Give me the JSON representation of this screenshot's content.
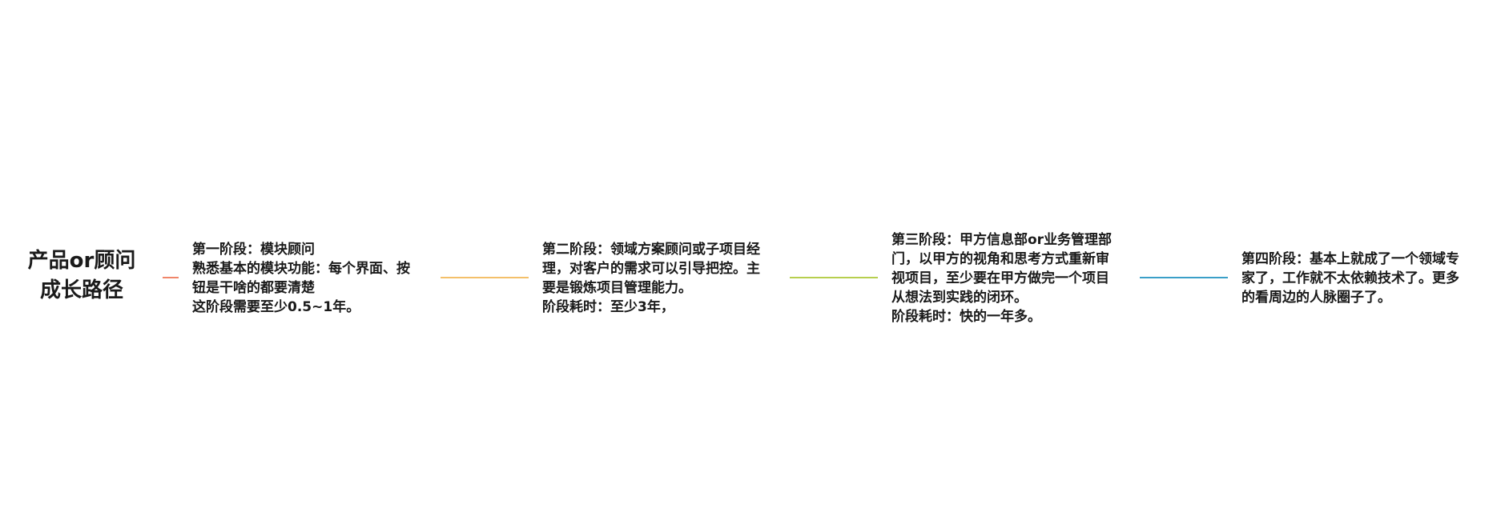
{
  "root": {
    "lines": [
      "产品or顾问",
      "成长路径"
    ]
  },
  "colors": {
    "stage1": "#f0866a",
    "stage2": "#f4c06a",
    "stage3": "#b7cf4f",
    "stage4": "#3a9fc8"
  },
  "stages": [
    {
      "lines": [
        "第一阶段：模块顾问",
        "熟悉基本的模块功能：每个界面、按",
        "钮是干啥的都要清楚",
        "这阶段需要至少0.5~1年。"
      ]
    },
    {
      "lines": [
        "第二阶段：领域方案顾问或子项目经",
        "理，对客户的需求可以引导把控。主",
        "要是锻炼项目管理能力。",
        "阶段耗时：至少3年，"
      ]
    },
    {
      "lines": [
        "第三阶段：甲方信息部or业务管理部",
        "门，以甲方的视角和思考方式重新审",
        "视项目，至少要在甲方做完一个项目",
        "从想法到实践的闭环。",
        "阶段耗时：快的一年多。"
      ]
    },
    {
      "lines": [
        "第四阶段：基本上就成了一个领域专",
        "家了，工作就不太依赖技术了。更多",
        "的看周边的人脉圈子了。"
      ]
    }
  ]
}
